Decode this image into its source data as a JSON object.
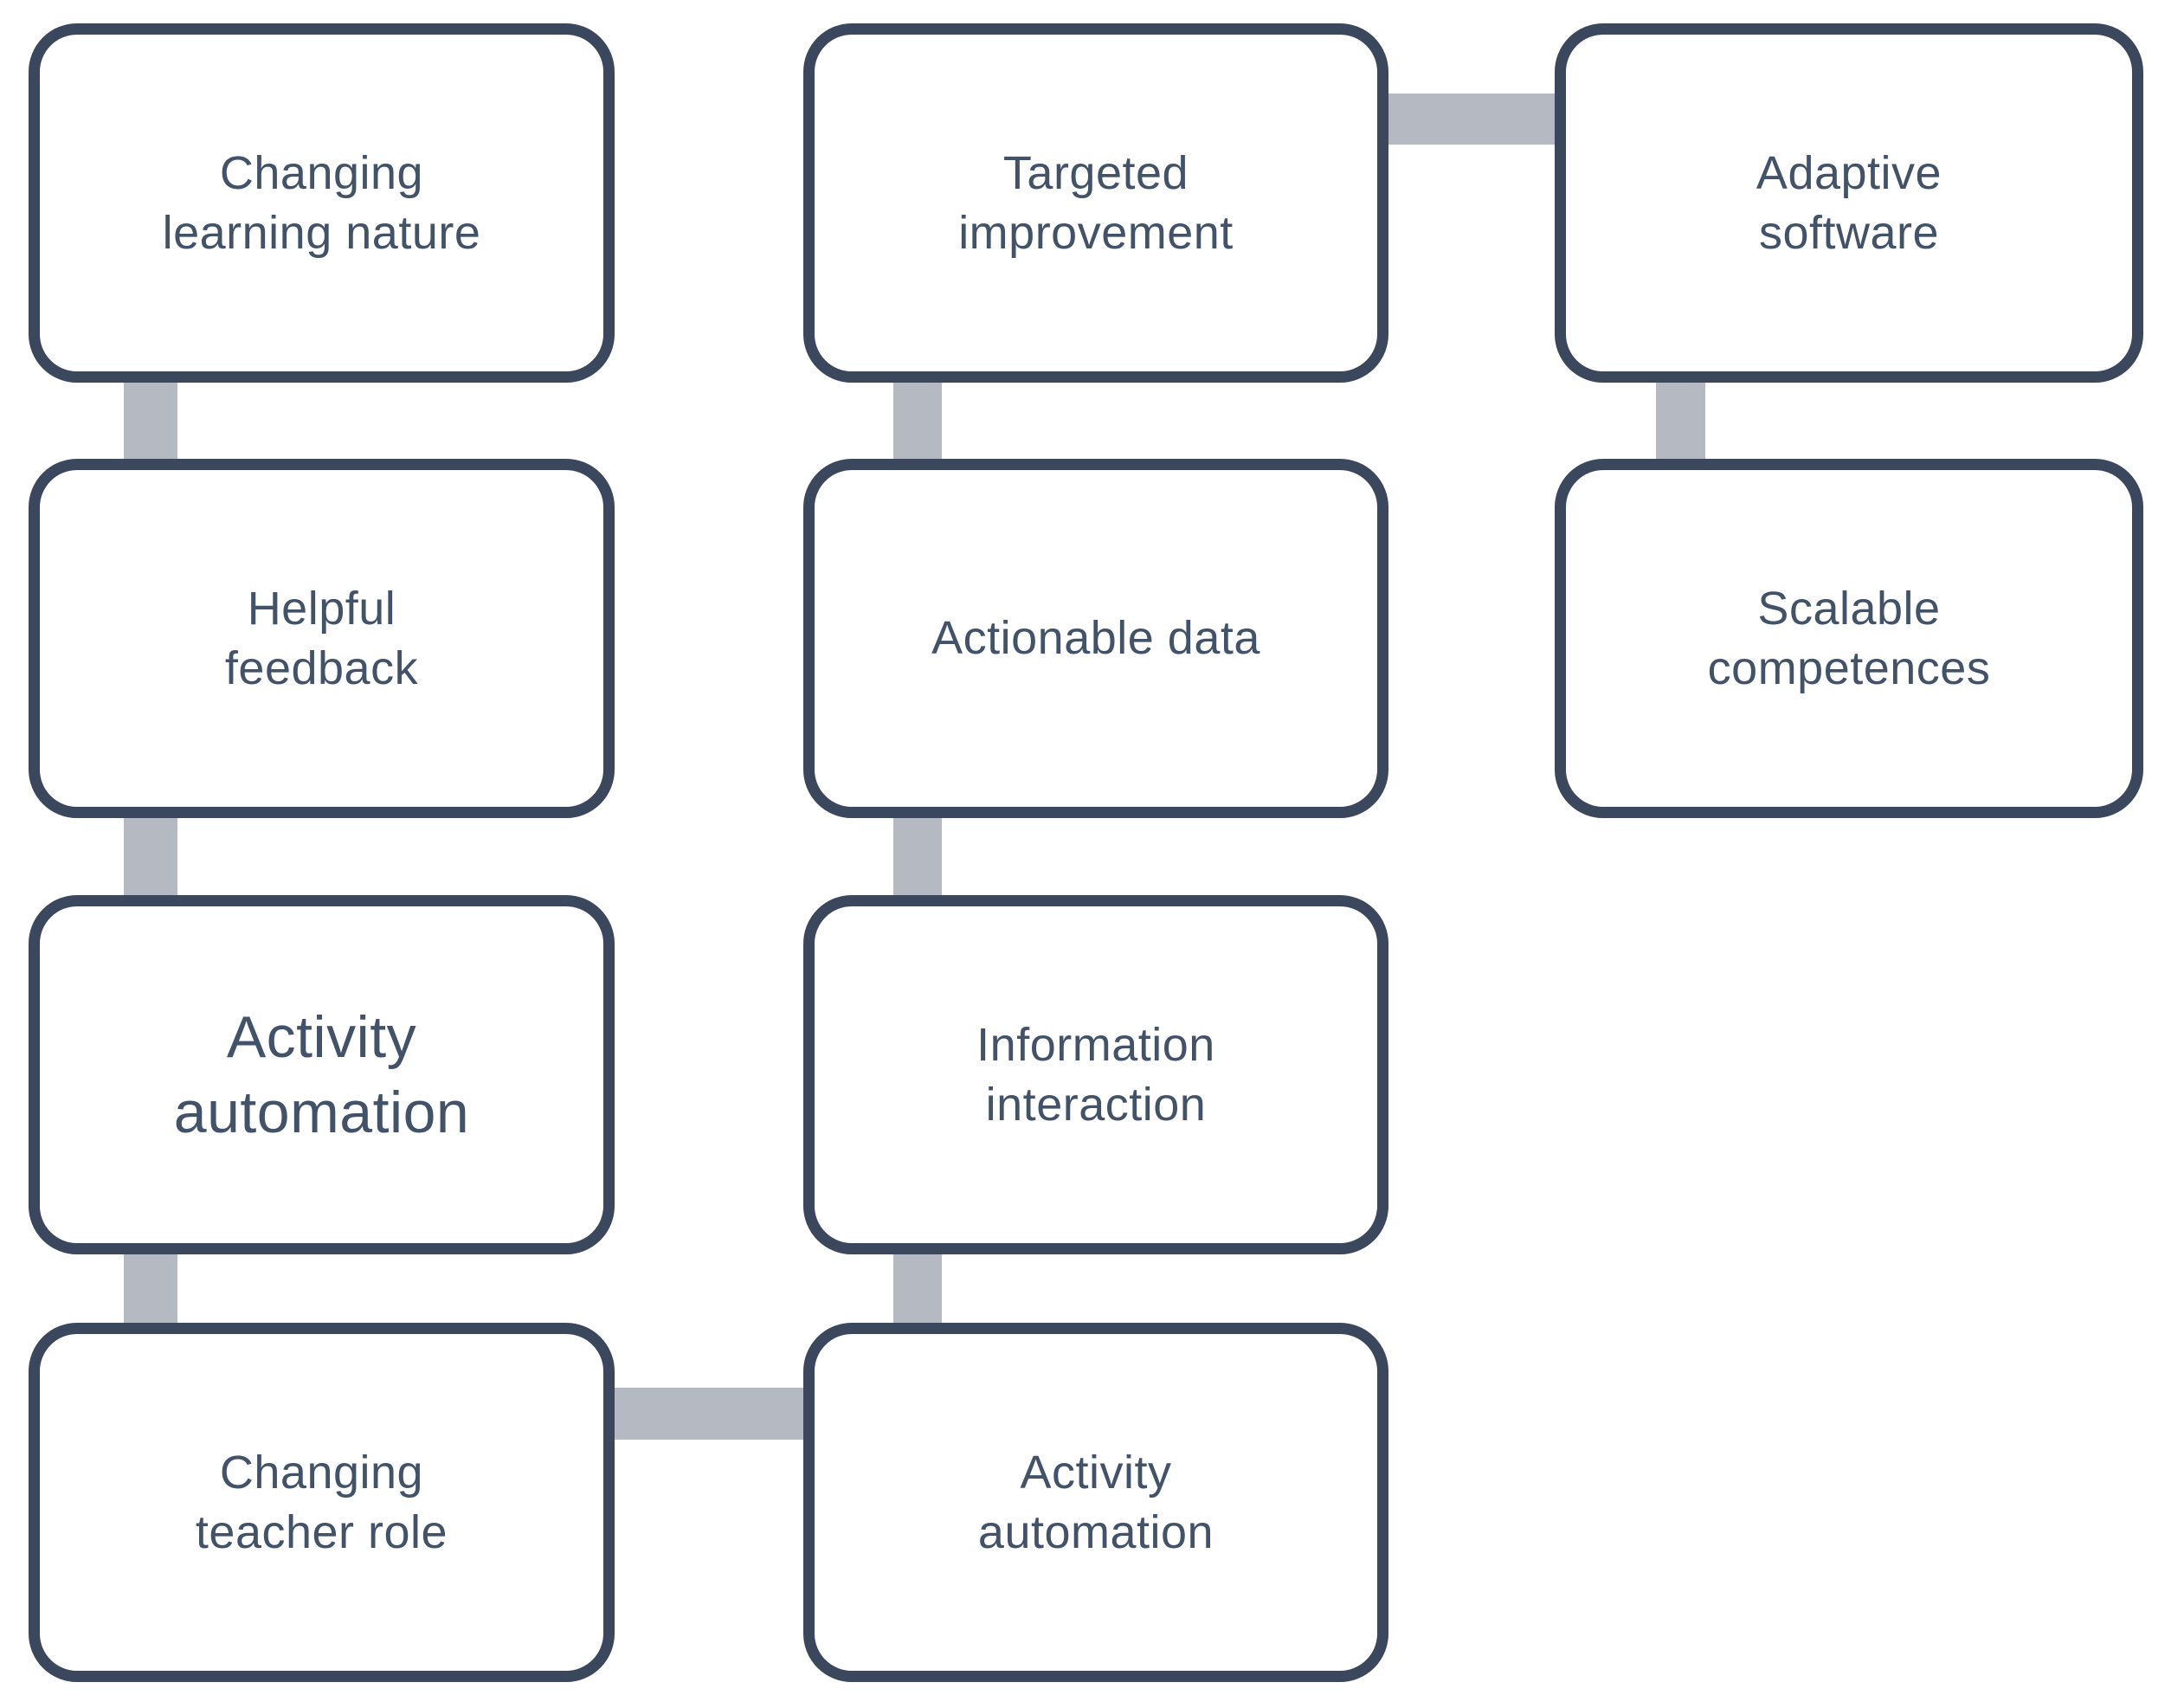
{
  "diagram": {
    "title": "Benefits diagram (flow of linked concept boxes)",
    "nodes": [
      {
        "id": "changing-learning-nature",
        "label": "Changing\nlearning nature",
        "emphasis": false
      },
      {
        "id": "helpful-feedback",
        "label": "Helpful\nfeedback",
        "emphasis": false
      },
      {
        "id": "activity-automation-left",
        "label": "Activity\nautomation",
        "emphasis": true
      },
      {
        "id": "changing-teacher-role",
        "label": "Changing\nteacher role",
        "emphasis": false
      },
      {
        "id": "targeted-improvement",
        "label": "Targeted\nimprovement",
        "emphasis": false
      },
      {
        "id": "actionable-data",
        "label": "Actionable data",
        "emphasis": false
      },
      {
        "id": "information-interaction",
        "label": "Information\ninteraction",
        "emphasis": false
      },
      {
        "id": "activity-automation-mid",
        "label": "Activity\nautomation",
        "emphasis": false
      },
      {
        "id": "adaptive-software",
        "label": "Adaptive\nsoftware",
        "emphasis": false
      },
      {
        "id": "scalable-competences",
        "label": "Scalable\ncompetences",
        "emphasis": false
      }
    ],
    "edges": [
      {
        "from": "changing-learning-nature",
        "to": "helpful-feedback",
        "orientation": "vertical"
      },
      {
        "from": "helpful-feedback",
        "to": "activity-automation-left",
        "orientation": "vertical"
      },
      {
        "from": "activity-automation-left",
        "to": "changing-teacher-role",
        "orientation": "vertical"
      },
      {
        "from": "changing-teacher-role",
        "to": "activity-automation-mid",
        "orientation": "horizontal"
      },
      {
        "from": "activity-automation-mid",
        "to": "information-interaction",
        "orientation": "vertical"
      },
      {
        "from": "information-interaction",
        "to": "actionable-data",
        "orientation": "vertical"
      },
      {
        "from": "actionable-data",
        "to": "targeted-improvement",
        "orientation": "vertical"
      },
      {
        "from": "targeted-improvement",
        "to": "adaptive-software",
        "orientation": "horizontal"
      },
      {
        "from": "adaptive-software",
        "to": "scalable-competences",
        "orientation": "vertical"
      }
    ],
    "colors": {
      "node_border": "#3A475C",
      "node_fill": "#FFFFFF",
      "text": "#425268",
      "connector": "#B4B9C2",
      "background": "#FFFFFF"
    }
  }
}
